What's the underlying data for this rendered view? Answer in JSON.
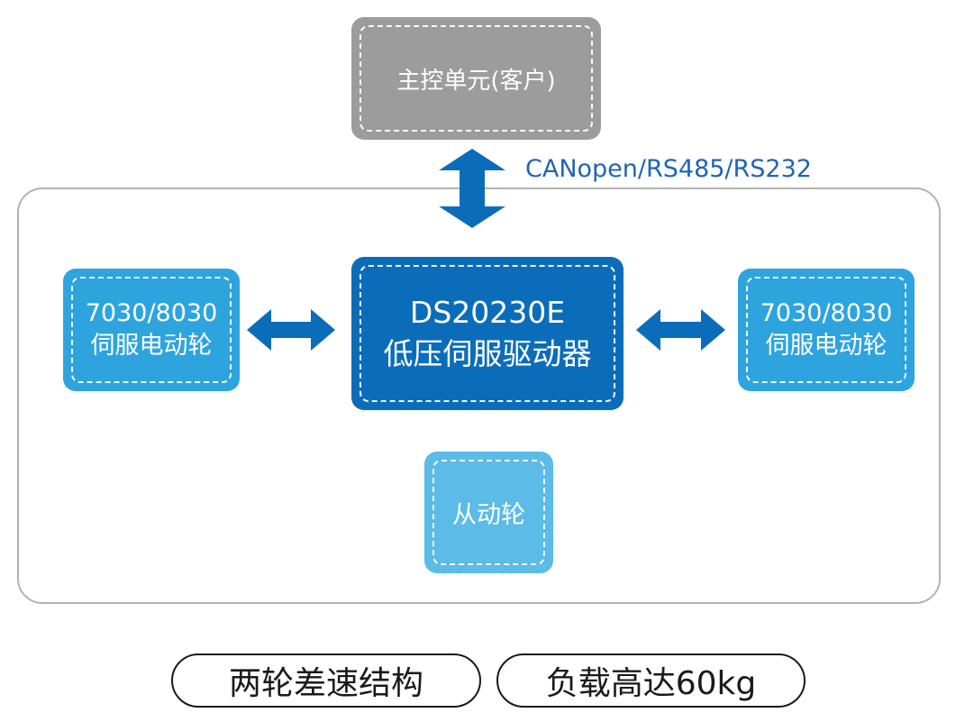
{
  "nodes": {
    "master": {
      "label": "主控单元(客户)"
    },
    "driver": {
      "line1": "DS20230E",
      "line2": "低压伺服驱动器"
    },
    "wheel_left": {
      "line1": "7030/8030",
      "line2": "伺服电动轮"
    },
    "wheel_right": {
      "line1": "7030/8030",
      "line2": "伺服电动轮"
    },
    "caster": {
      "label": "从动轮"
    }
  },
  "edges": {
    "master_driver": {
      "label": "CANopen/RS485/RS232"
    }
  },
  "footer": {
    "tags": [
      "两轮差速结构",
      "负载高达60kg"
    ]
  },
  "colors": {
    "master": "#9c9c9c",
    "driver": "#0b6db9",
    "wheel": "#2ea4df",
    "caster": "#5cbbe7",
    "arrow": "#0b6db9",
    "protocol_text": "#1f65b5",
    "frame": "#b3b3b3"
  }
}
